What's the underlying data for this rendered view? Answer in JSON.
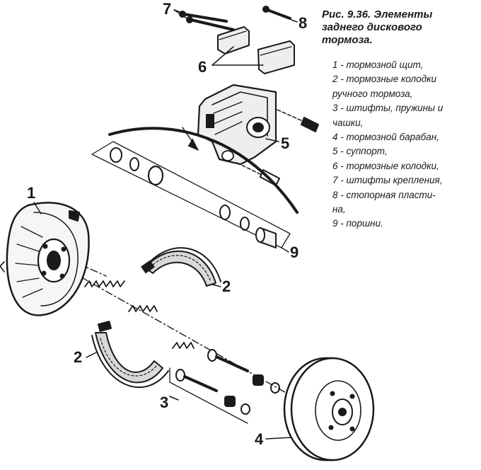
{
  "caption": {
    "line1": "Рис. 9.36. Элементы",
    "line2": "заднего дискового",
    "line3": "тормоза."
  },
  "legend": [
    "1 - тормозной щит,",
    "2 - тормозные колодки",
    "ручного тормоза,",
    "3 - штифты, пружины и",
    "чашки,",
    "4 - тормозной барабан,",
    "5 - суппорт,",
    "6 - тормозные колодки,",
    "7 - штифты крепления,",
    "8 - стопорная пласти-",
    "на,",
    "9 - поршни."
  ],
  "callouts": {
    "n1": "1",
    "n2a": "2",
    "n2b": "2",
    "n3": "3",
    "n4": "4",
    "n5": "5",
    "n6": "6",
    "n7": "7",
    "n8": "8",
    "n9": "9"
  },
  "colors": {
    "ink": "#1a1a1a",
    "paper": "#ffffff"
  }
}
